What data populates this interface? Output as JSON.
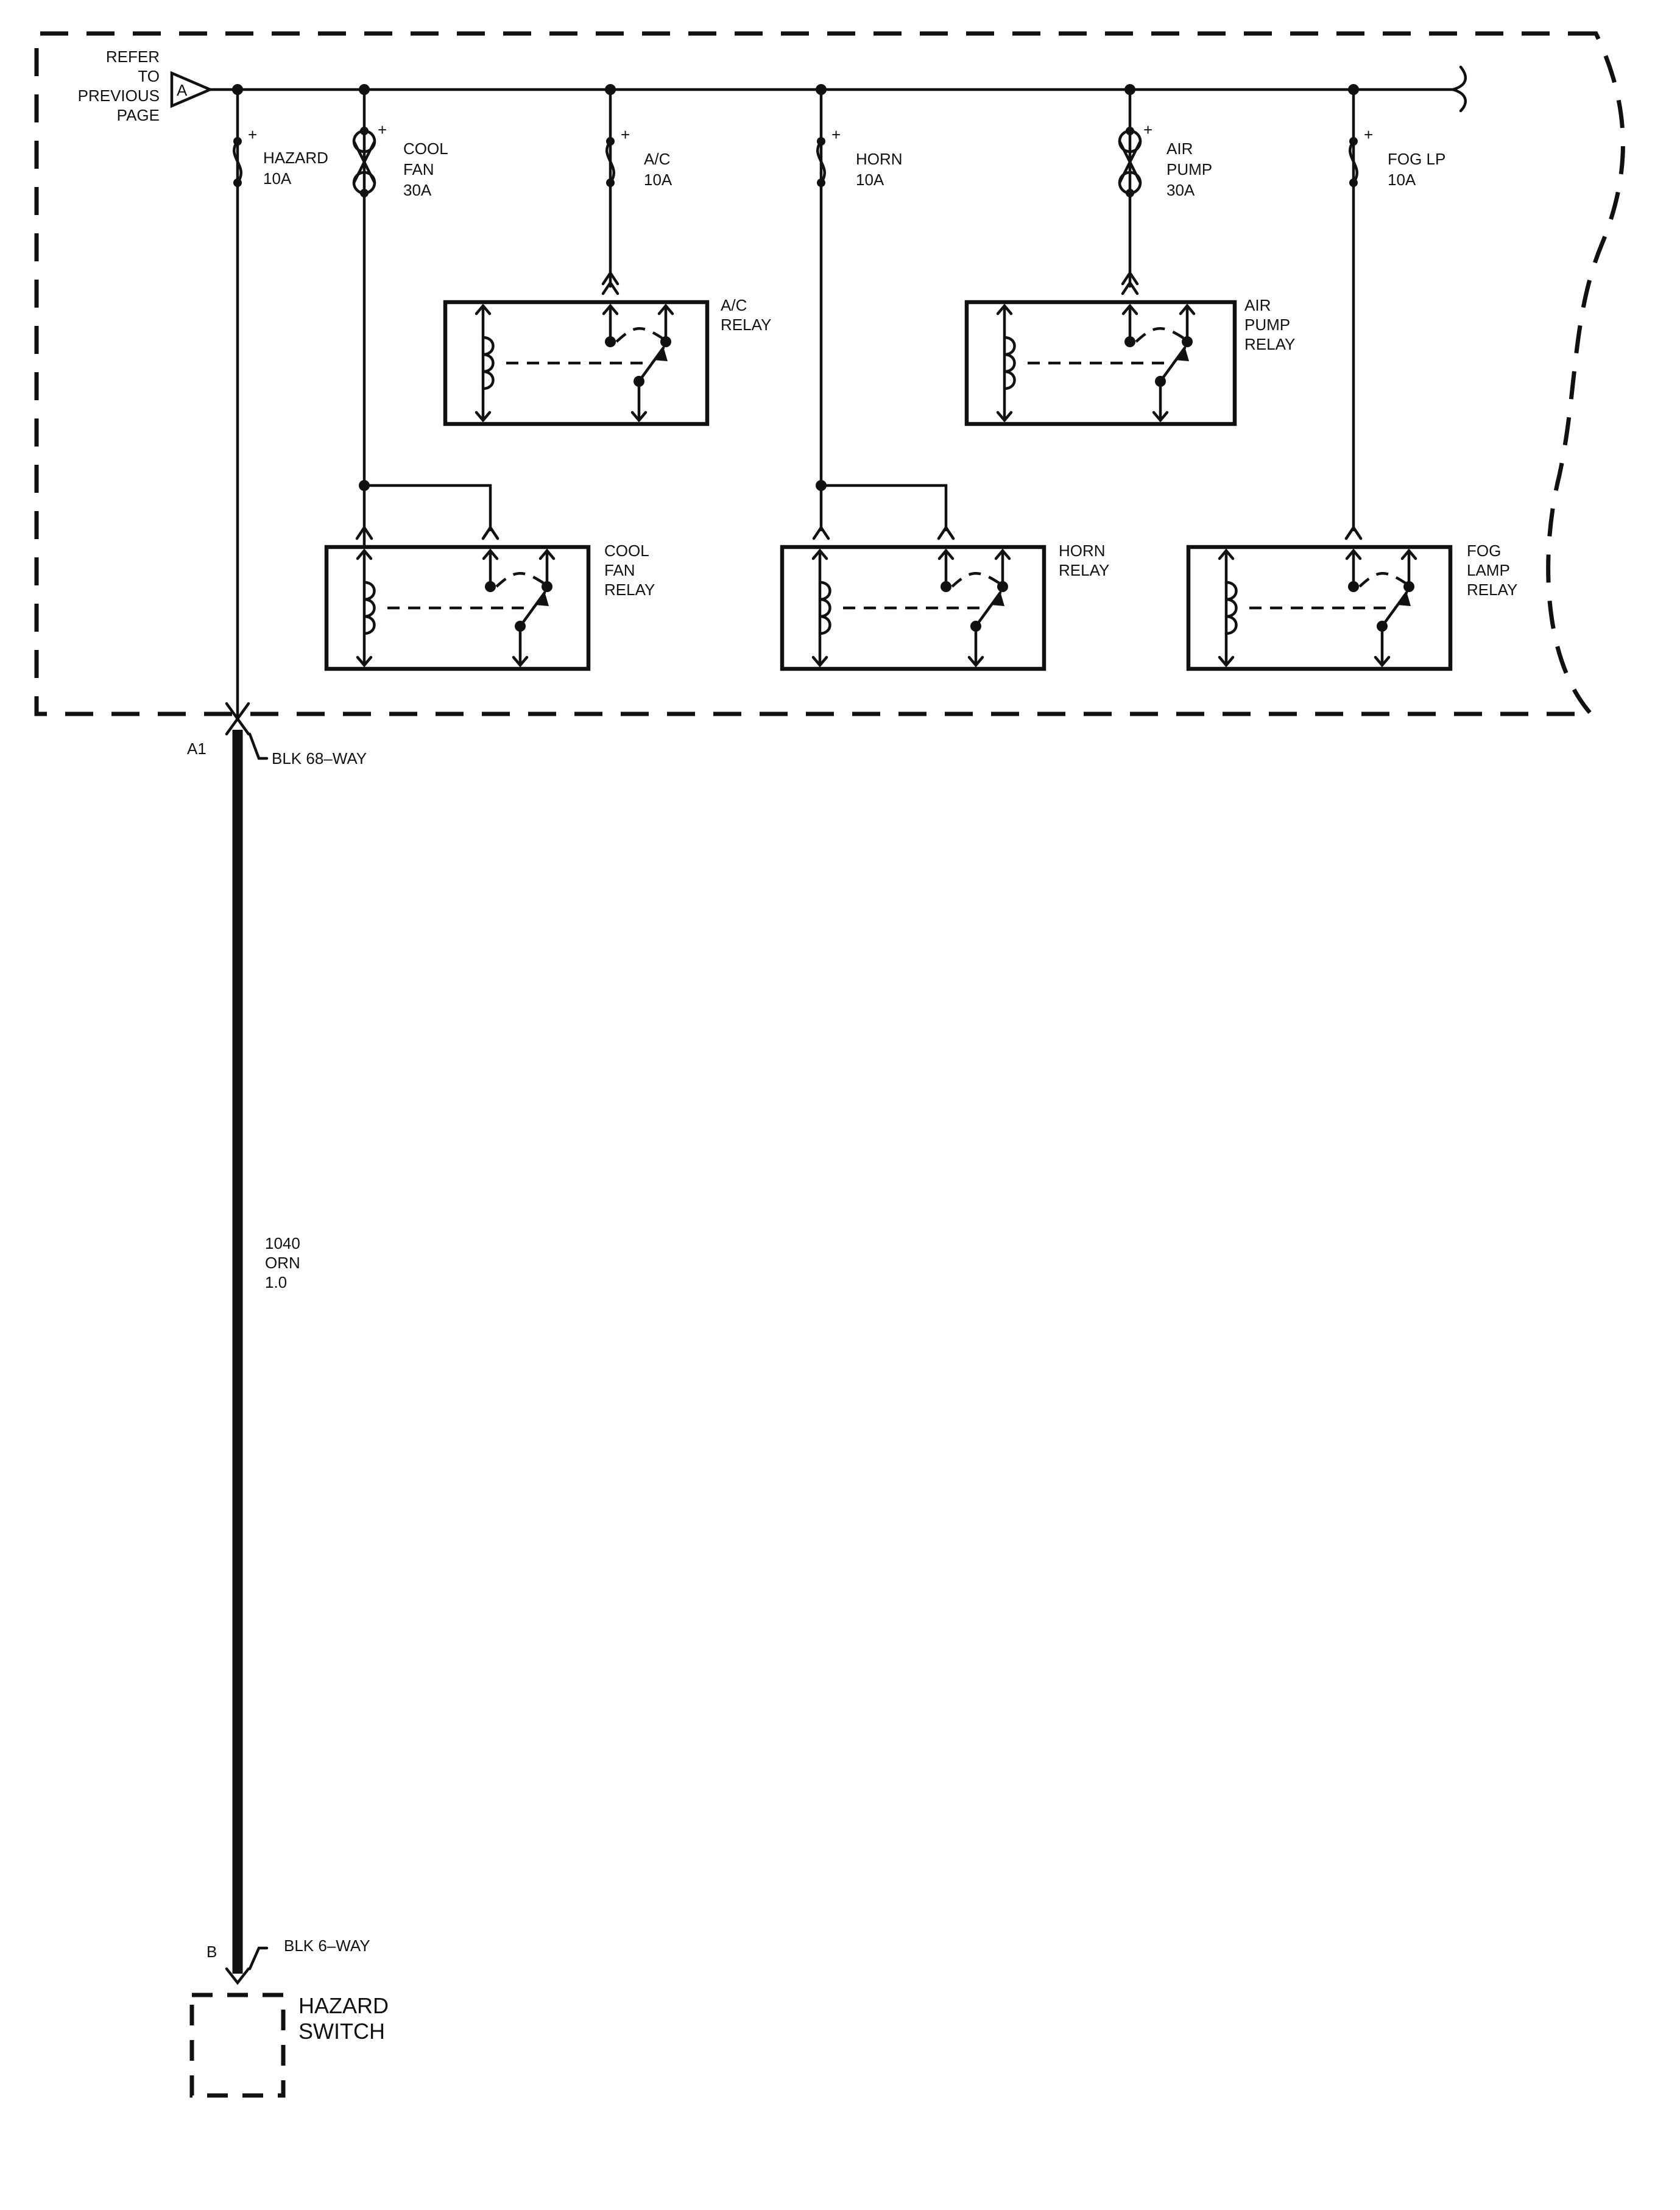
{
  "refer": {
    "lines": [
      "REFER",
      "TO",
      "PREVIOUS",
      "PAGE"
    ],
    "connector": "A"
  },
  "fuses": [
    {
      "lines": [
        "HAZARD",
        "10A"
      ],
      "type": "small"
    },
    {
      "lines": [
        "COOL",
        "FAN",
        "30A"
      ],
      "type": "maxi"
    },
    {
      "lines": [
        "A/C",
        "10A"
      ],
      "type": "small"
    },
    {
      "lines": [
        "HORN",
        "10A"
      ],
      "type": "small"
    },
    {
      "lines": [
        "AIR",
        "PUMP",
        "30A"
      ],
      "type": "maxi"
    },
    {
      "lines": [
        "FOG LP",
        "10A"
      ],
      "type": "small"
    }
  ],
  "plus_sign": "+",
  "relays": [
    {
      "lines": [
        "A/C",
        "RELAY"
      ]
    },
    {
      "lines": [
        "AIR",
        "PUMP",
        "RELAY"
      ]
    },
    {
      "lines": [
        "COOL",
        "FAN",
        "RELAY"
      ]
    },
    {
      "lines": [
        "HORN",
        "RELAY"
      ]
    },
    {
      "lines": [
        "FOG",
        "LAMP",
        "RELAY"
      ]
    }
  ],
  "connector_top": {
    "pin": "A1",
    "label": "BLK 68–WAY"
  },
  "wire": {
    "lines": [
      "1040",
      "ORN",
      "1.0"
    ],
    "color": "#111111"
  },
  "connector_bottom": {
    "pin": "B",
    "label": "BLK 6–WAY"
  },
  "component": {
    "lines": [
      "HAZARD",
      "SWITCH"
    ]
  }
}
